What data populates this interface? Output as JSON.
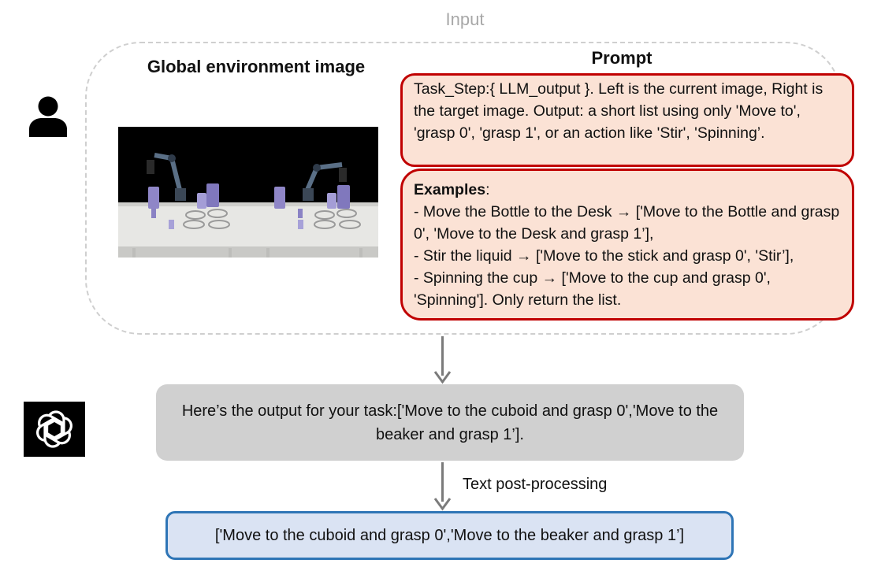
{
  "input_label": "Input",
  "env": {
    "title": "Global environment image"
  },
  "prompt": {
    "title": "Prompt",
    "task_text": "Task_Step:{ LLM_output }. Left is the current image, Right is the target image. Output: a short list using only 'Move to', 'grasp 0', 'grasp 1', or an action like 'Stir', 'Spinning’.",
    "examples_heading": "Examples",
    "examples_colon": ":",
    "example_1": "- Move the Bottle to the Desk → ['Move to the Bottle and grasp 0', 'Move to the Desk and grasp 1’],",
    "example_2": "- Stir the liquid → ['Move to the stick and grasp 0', 'Stir’],",
    "example_3": "- Spinning the cup → ['Move to the cup and grasp 0', 'Spinning']. Only return the list."
  },
  "llm_output": "Here’s the output for your task:['Move to the cuboid and grasp 0','Move to the beaker and grasp 1’].",
  "post_processing_label": "Text post-processing",
  "final_output": "['Move to the cuboid and grasp 0','Move to the beaker and grasp 1’]",
  "icons": {
    "user": "user-icon",
    "llm": "openai-logo-icon"
  }
}
